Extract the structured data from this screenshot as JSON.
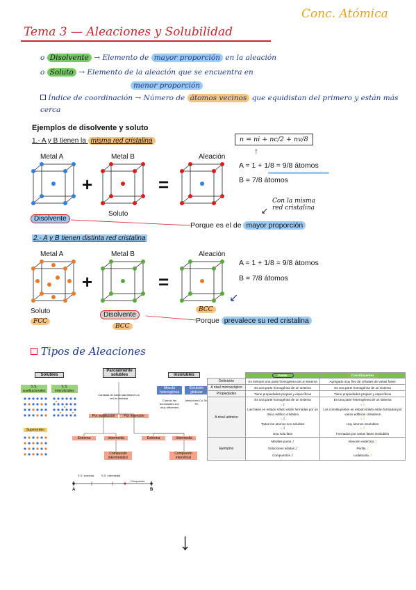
{
  "header": {
    "topic": "Conc. Atómica",
    "title": "Tema 3 — Aleaciones y Solubilidad"
  },
  "definitions": [
    {
      "term": "Disolvente",
      "arrow": "→",
      "text_pre": "Elemento de",
      "highlight": "mayor proporción",
      "text_post": "en la aleación"
    },
    {
      "term": "Soluto",
      "arrow": "→",
      "text_pre": "Elemento de la aleación que se encuentra en",
      "highlight": "menor proporción",
      "text_post": ""
    },
    {
      "term": "Índice de coordinación",
      "arrow": "→",
      "text_pre": "Número de",
      "highlight": "átomos vecinos",
      "text_post": "que equidistan del primero y están más cerca"
    }
  ],
  "examples": {
    "heading": "Ejemplos de disolvente y soluto",
    "case1": {
      "title_pre": "1.- A y B tienen la",
      "title_hl": "misma red cristalina",
      "metal_a": "Metal A",
      "metal_b": "Metal B",
      "alloy": "Aleación",
      "plus": "+",
      "equals": "=",
      "formula": "n = ni + nc/2 + nv/8",
      "eq1": "A = 1 + 1/8 = 9/8 átomos",
      "eq2": "B = 7/8 átomos",
      "soluto": "Soluto",
      "disolvente": "Disolvente",
      "note": "Con la misma red cristalina",
      "reason_pre": "Porque es el de",
      "reason_hl": "mayor proporción"
    },
    "case2": {
      "title": "2.- A y B tienen distinta red cristalina",
      "metal_a": "Metal A",
      "metal_b": "Metal B",
      "alloy": "Aleación",
      "plus": "+",
      "equals": "=",
      "eq1": "A = 1 + 1/8 = 9/8 átomos",
      "eq2": "B = 7/8 átomos",
      "soluto": "Soluto",
      "fcc": "FCC",
      "disolvente": "Disolvente",
      "bcc1": "BCC",
      "bcc2": "BCC",
      "reason_pre": "Porque",
      "reason_hl": "prevalece su red cristalina"
    }
  },
  "types": {
    "heading": "Tipos de Aleaciones",
    "diagram": {
      "solubles": "Solubles",
      "ss_sust": "S.S. sustitucionales",
      "ss_inter": "S.S. intersticiales",
      "superorden": "Superorden",
      "parcial": "Parcialmente solubles",
      "parcial_note": "Cantidad de soluto admitida en la red es limitada",
      "sust": "Por sustitución",
      "insercion": "Por inserción",
      "extrema1": "Extrema",
      "intermedia1": "Intermedia",
      "extrema2": "Extrema",
      "intermedia2": "Intermedia",
      "comp_inter": "Compuesto intermetálico",
      "comp_inters": "Compuesto intersticial",
      "insolubles": "Insolubles",
      "mezcla": "Mezcla heterogénea",
      "emulsion": "Emulsión globular",
      "mezcla_note": "Cuando las densidades son muy diferentes",
      "emulsion_note": "Aleaciones Cu-Sn-Pb",
      "axis_ss_extrema": "S.S. extrema",
      "axis_ss_inter": "S.S. intermedia",
      "axis_compuesto": "Compuesto",
      "axis_a": "A",
      "axis_b": "B"
    },
    "table": {
      "head_fases": "Fases",
      "head_const": "Constituyentes",
      "rows": [
        {
          "label": "Definición",
          "fases": "Es siempre una parte homogénea de un sistema",
          "const": "Agregado muy fino de cristales de varias fases"
        },
        {
          "label": "A nivel microscópico",
          "fases": "Es una parte homogénea de un sistema",
          "const": "Es una parte homogénea de un sistema"
        },
        {
          "label": "Propiedades",
          "fases": "Tiene propiedades propias y específicas",
          "const": "Tiene propiedades propias y específicas"
        }
      ],
      "atomic": {
        "label": "A nivel atómico",
        "fases": [
          "Es una parte homogénea de un sistema",
          "Las fases en estado sólido están formadas por un único edificio cristalino",
          "Todos los átomos son solubles",
          "Una sola fase"
        ],
        "const": [
          "Es una parte heterogénea de un sistema",
          "Los constituyentes en estado sólido están formadas por varios edificios cristalinos",
          "Hay átomos insolubles",
          "Formados por varias fases insolubles"
        ],
        "down": "↓",
        "fase_nums": [
          "1",
          "2",
          "3"
        ],
        "const_nums": [
          "1",
          "2",
          "3"
        ]
      },
      "examples": {
        "label": "Ejemplos",
        "fases": [
          "Metales puros",
          "Soluciones sólidas",
          "Compuestos"
        ],
        "const": [
          "Aleación eutéctica",
          "Perlita",
          "Ledeburita"
        ],
        "fase_nums": [
          "1",
          "2",
          "3"
        ],
        "const_nums": [
          "1",
          "2",
          "3"
        ]
      }
    }
  },
  "footer": {
    "arrow": "↓"
  },
  "colors": {
    "red": "#c8262d",
    "blue_pen": "#1f3a8a",
    "hl_blue": "#9ccaf2",
    "hl_green": "#78c86a",
    "hl_orange": "#f7c27e",
    "atom_blue": "#2f7fe0",
    "atom_red": "#d62020",
    "atom_orange": "#e57b2e",
    "atom_green": "#5aa83a",
    "table_green": "#7bbf4c"
  }
}
